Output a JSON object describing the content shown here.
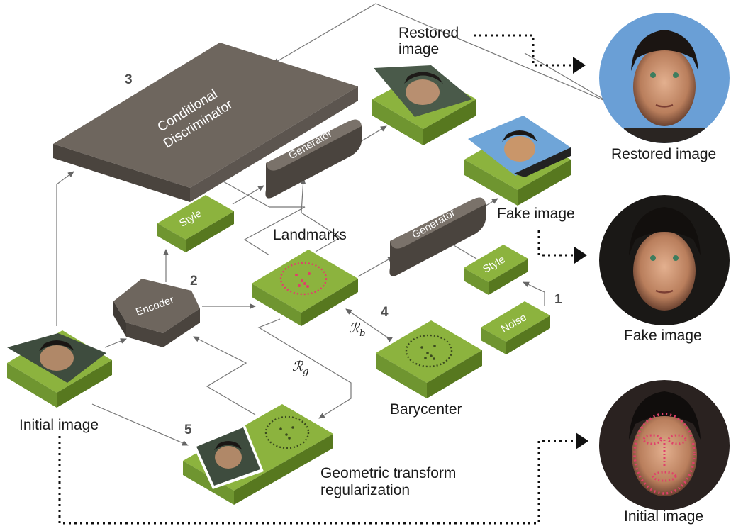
{
  "nodes": {
    "discriminator": "Conditional Discriminator",
    "generator_top": "Generator",
    "generator_bottom": "Generator",
    "style_left": "Style",
    "style_right": "Style",
    "encoder": "Encoder",
    "noise": "Noise",
    "landmarks": "Landmarks",
    "barycenter": "Barycenter"
  },
  "labels": {
    "restored_image": "Restored image",
    "fake_image": "Fake image",
    "initial_image": "Initial image",
    "geometric_transform": "Geometric transform regularization",
    "r_b": "ℛ",
    "r_b_sub": "b",
    "r_g": "ℛ",
    "r_g_sub": "g"
  },
  "step_numbers": {
    "one": "1",
    "two": "2",
    "three": "3",
    "four": "4",
    "five": "5"
  },
  "right_panel": {
    "restored": "Restored image",
    "fake": "Fake image",
    "initial": "Initial image"
  },
  "colors": {
    "green_top": "#8cb33e",
    "green_side": "#6f9530",
    "green_dark": "#57781f",
    "brown_top": "#6e665e",
    "brown_side": "#564f49",
    "brown_dark": "#3f3a35",
    "landmark_dot": "#e0406a"
  }
}
